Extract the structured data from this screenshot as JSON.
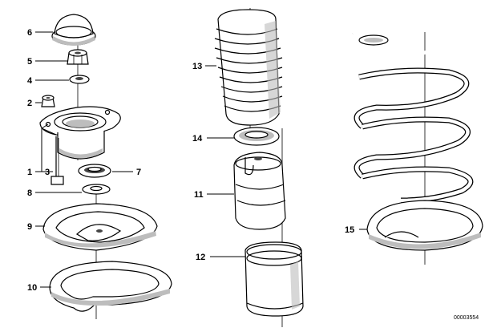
{
  "diagram": {
    "labels": {
      "p1": "1",
      "p2": "2",
      "p3": "3",
      "p4": "4",
      "p5": "5",
      "p6": "6",
      "p7": "7",
      "p8": "8",
      "p9": "9",
      "p10": "10",
      "p11": "11",
      "p12": "12",
      "p13": "13",
      "p14": "14",
      "p15": "15"
    },
    "reference_number": "00003554"
  }
}
